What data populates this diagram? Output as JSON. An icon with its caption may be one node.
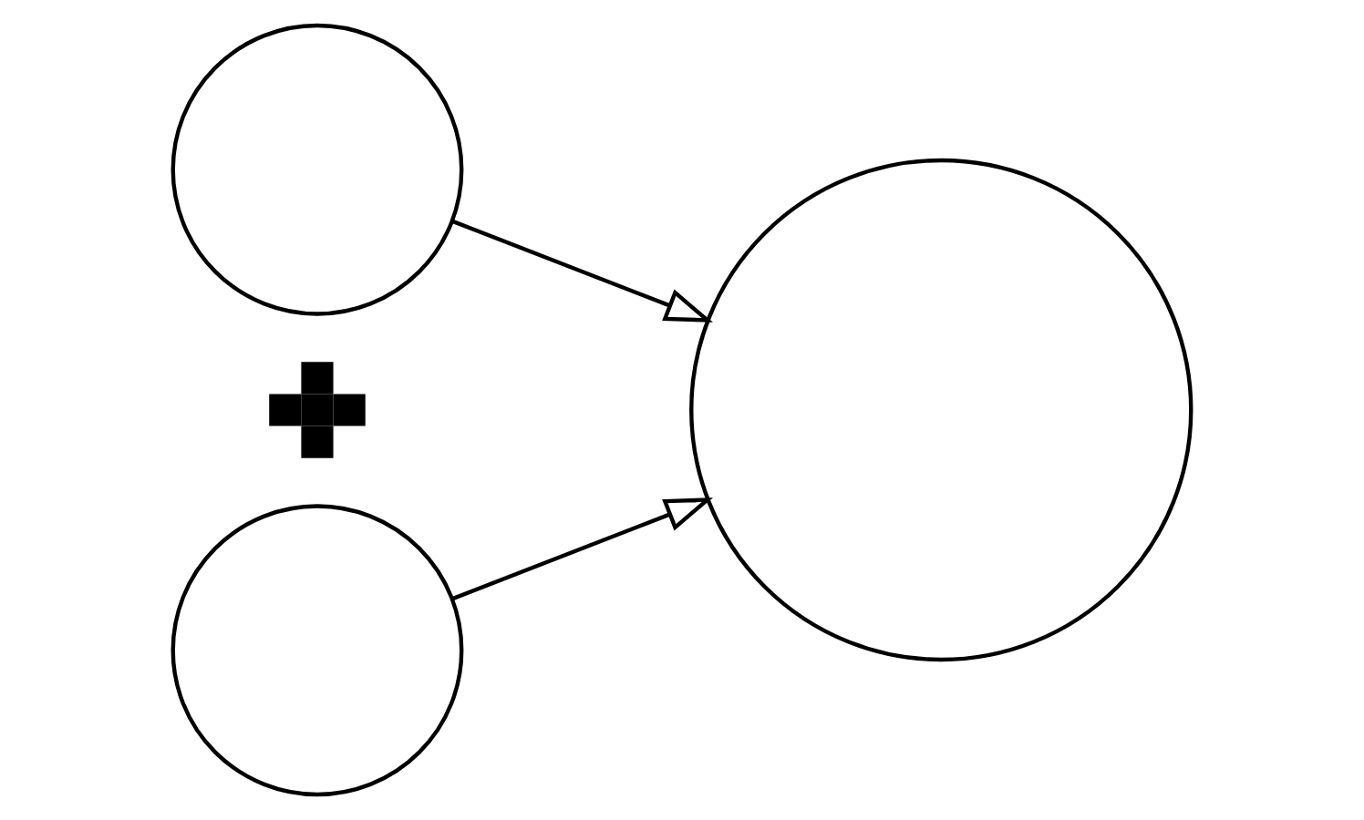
{
  "diagram": {
    "nodes": [
      {
        "text": [],
        "shape": "circle"
      },
      {
        "text": [],
        "shape": "plus"
      },
      {
        "text": [],
        "shape": "circle"
      },
      {
        "text": [],
        "shape": "circle"
      }
    ],
    "edges": [
      {
        "from": 0,
        "to": 3,
        "arrow": "to"
      },
      {
        "from": 2,
        "to": 3,
        "arrow": "to"
      }
    ]
  }
}
